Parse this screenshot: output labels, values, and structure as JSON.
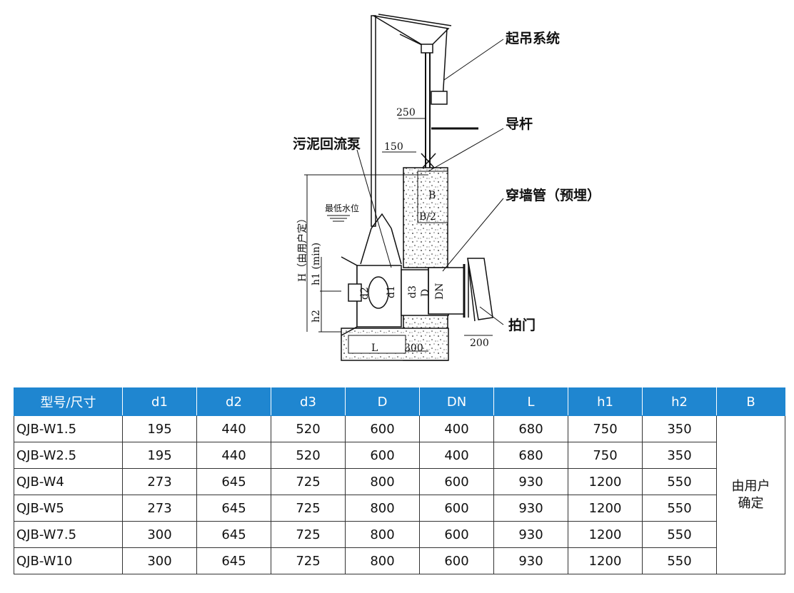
{
  "diagram": {
    "callouts": {
      "lifting_system": "起吊系统",
      "guide_rod": "导杆",
      "sludge_pump": "污泥回流泵",
      "wall_pipe": "穿墙管（预埋）",
      "flap_door": "拍门"
    },
    "labels": {
      "min_water_level": "最低水位",
      "H_user": "H（由用户定）",
      "h1_min": "h1 (min)",
      "h2": "h2",
      "dim_250": "250",
      "dim_150": "150",
      "dim_B": "B",
      "dim_B2": "B/2",
      "dim_d1": "d1",
      "dim_d2": "d2",
      "dim_d3": "d3",
      "dim_D": "D",
      "dim_DN": "DN",
      "dim_L": "L",
      "dim_300": "300",
      "dim_200": "200"
    }
  },
  "table": {
    "headers": [
      "型号/尺寸",
      "d1",
      "d2",
      "d3",
      "D",
      "DN",
      "L",
      "h1",
      "h2",
      "B"
    ],
    "rows": [
      [
        "QJB-W1.5",
        "195",
        "440",
        "520",
        "600",
        "400",
        "680",
        "750",
        "350"
      ],
      [
        "QJB-W2.5",
        "195",
        "440",
        "520",
        "600",
        "400",
        "680",
        "750",
        "350"
      ],
      [
        "QJB-W4",
        "273",
        "645",
        "725",
        "800",
        "600",
        "930",
        "1200",
        "550"
      ],
      [
        "QJB-W5",
        "273",
        "645",
        "725",
        "800",
        "600",
        "930",
        "1200",
        "550"
      ],
      [
        "QJB-W7.5",
        "300",
        "645",
        "725",
        "800",
        "600",
        "930",
        "1200",
        "550"
      ],
      [
        "QJB-W10",
        "300",
        "645",
        "725",
        "800",
        "600",
        "930",
        "1200",
        "550"
      ]
    ],
    "b_note_line1": "由用户",
    "b_note_line2": "确定"
  },
  "colors": {
    "header_bg": "#1f86d0",
    "header_text": "#ffffff",
    "line": "#111111"
  }
}
